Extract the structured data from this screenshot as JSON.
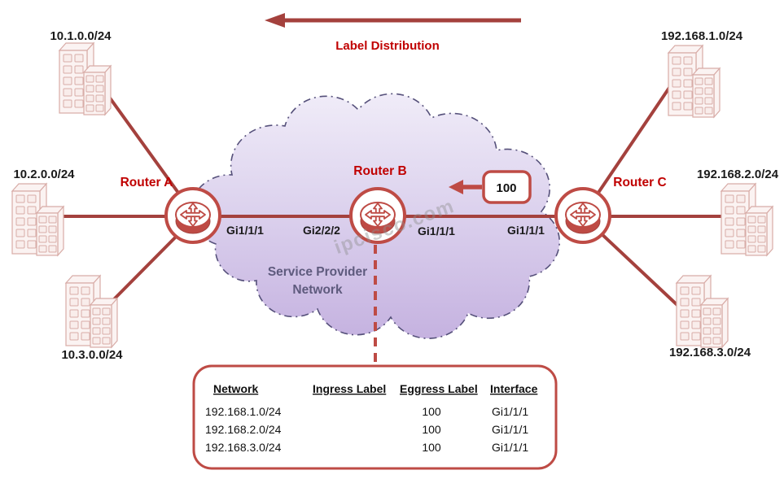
{
  "diagram": {
    "label_distribution": "Label Distribution",
    "watermark": "ipcisco.com",
    "cloud_label_line1": "Service Provider",
    "cloud_label_line2": "Network",
    "label_box_value": "100",
    "routers": [
      {
        "name": "Router A"
      },
      {
        "name": "Router B"
      },
      {
        "name": "Router C"
      }
    ],
    "interfaces": {
      "routerA_right": "Gi1/1/1",
      "routerB_left": "Gi2/2/2",
      "routerB_right": "Gi1/1/1",
      "routerC_left": "Gi1/1/1"
    },
    "networks_left": [
      "10.1.0.0/24",
      "10.2.0.0/24",
      "10.3.0.0/24"
    ],
    "networks_right": [
      "192.168.1.0/24",
      "192.168.2.0/24",
      "192.168.3.0/24"
    ]
  },
  "table": {
    "headers": [
      "Network",
      "Ingress Label",
      "Eggress Label",
      "Interface"
    ],
    "rows": [
      {
        "network": "192.168.1.0/24",
        "ingress": "",
        "egress": "100",
        "interface": "Gi1/1/1"
      },
      {
        "network": "192.168.2.0/24",
        "ingress": "",
        "egress": "100",
        "interface": "Gi1/1/1"
      },
      {
        "network": "192.168.3.0/24",
        "ingress": "",
        "egress": "100",
        "interface": "Gi1/1/1"
      }
    ]
  },
  "colors": {
    "line_red": "#a4413d",
    "router_red": "#be4b45",
    "label_red": "#c00000",
    "cloud_top": "#f0ecf8",
    "cloud_bottom": "#c5b2e0",
    "cloud_border": "#55507a",
    "cloud_text": "#5e5a7d",
    "building_fill": "#fbf3f2",
    "building_stroke": "#d8aca7"
  }
}
